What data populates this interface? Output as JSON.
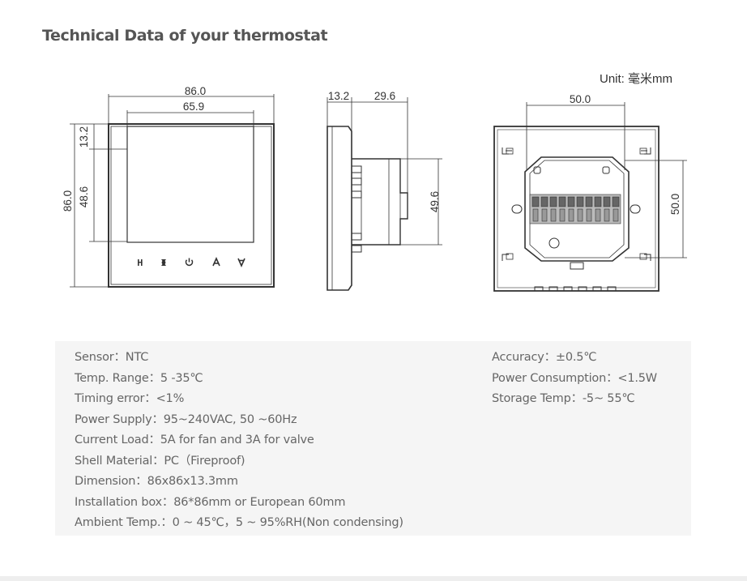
{
  "title": "Technical Data of your thermostat",
  "unit_label": "Unit: 毫米mm",
  "front_view": {
    "overall_width": "86.0",
    "screen_width": "65.9",
    "overall_height": "86.0",
    "top_margin": "13.2",
    "screen_height": "48.6"
  },
  "side_view": {
    "front_depth": "13.2",
    "back_depth": "29.6",
    "back_height": "49.6"
  },
  "back_view": {
    "box_width": "50.0",
    "box_height": "50.0"
  },
  "specs_left": [
    "Sensor：NTC",
    "Temp. Range：5 -35℃",
    "Timing error：<1%",
    "Power Supply：95~240VAC, 50 ~60Hz",
    "Current Load：5A for fan and 3A for valve",
    "Shell Material：PC（Fireproof)",
    "Dimension：86x86x13.3mm",
    "Installation box：86*86mm or European 60mm",
    "Ambient Temp.：0 ~ 45℃，5 ~ 95%RH(Non condensing)"
  ],
  "specs_right": [
    "Accuracy：±0.5℃",
    "Power Consumption：<1.5W",
    "Storage Temp：-5~ 55℃"
  ]
}
